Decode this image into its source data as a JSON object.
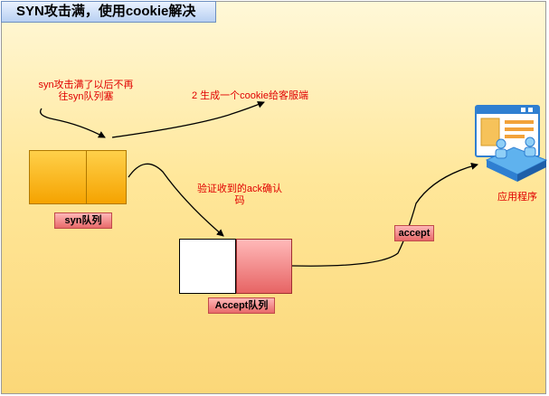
{
  "title": "SYN攻击满，使用cookie解决",
  "notes": {
    "syn_full_line1": "syn攻击满了以后不再",
    "syn_full_line2": "往syn队列塞",
    "cookie": "2 生成一个cookie给客服端",
    "verify_line1": "验证收到的ack确认",
    "verify_line2": "码"
  },
  "labels": {
    "syn_queue": "syn队列",
    "accept_queue": "Accept队列",
    "accept": "accept",
    "app": "应用程序"
  },
  "icons": {
    "application": "application-server-icon"
  },
  "colors": {
    "note_text": "#e00000",
    "syn_queue": "#f5a300",
    "accept_queue": "#e76464",
    "background": "#ffe79a"
  }
}
